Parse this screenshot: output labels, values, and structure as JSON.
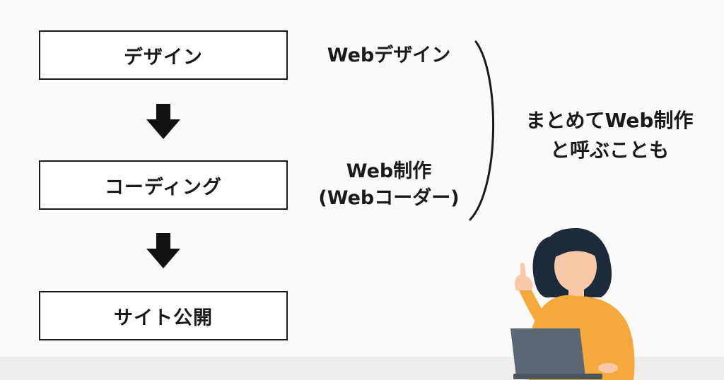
{
  "flow": {
    "steps": [
      {
        "label": "デザイン"
      },
      {
        "label": "コーディング"
      },
      {
        "label": "サイト公開"
      }
    ]
  },
  "roles": {
    "web_design": "Webデザイン",
    "web_production_line1": "Web制作",
    "web_production_line2": "(Webコーダー)"
  },
  "note": {
    "line1": "まとめてWeb制作",
    "line2": "と呼ぶことも"
  },
  "icons": {
    "arrow": "down-arrow-icon",
    "brace": "right-brace-icon",
    "person": "woman-with-laptop-illustration"
  },
  "colors": {
    "background": "#fbfaf8",
    "box_border": "#1a1a1a",
    "shirt": "#f4a93a",
    "hair": "#1c2a39",
    "skin": "#f7c9a8",
    "laptop": "#5b6874"
  }
}
